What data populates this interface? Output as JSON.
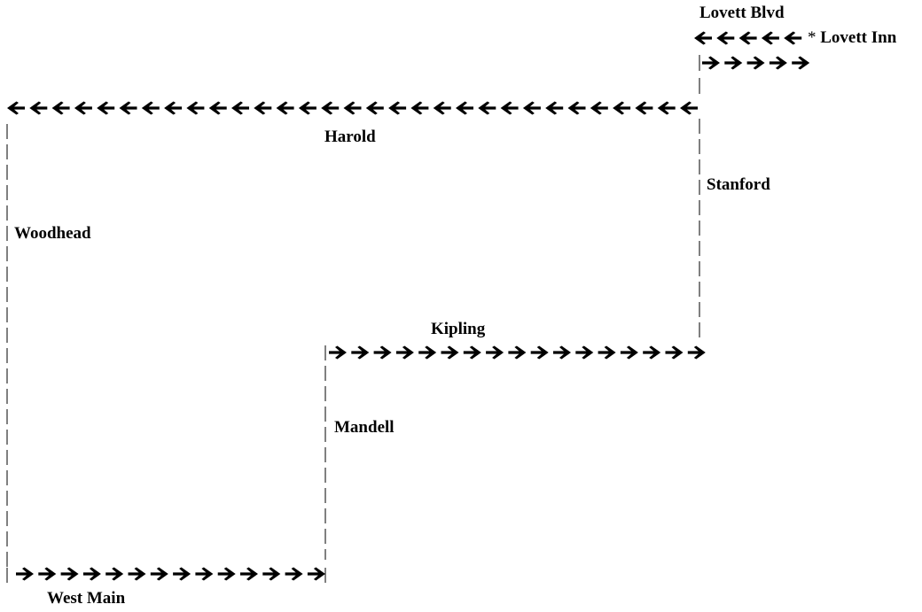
{
  "map": {
    "streets": {
      "west_main": "West Main",
      "woodhead": "Woodhead",
      "harold": "Harold",
      "stanford": "Stanford",
      "kipling": "Kipling",
      "mandell": "Mandell",
      "lovett_blvd": "Lovett Blvd"
    },
    "destination": {
      "marker": "*",
      "name": "Lovett Inn"
    },
    "segments": [
      {
        "street": "West Main",
        "direction": "east",
        "arrow_count": 14
      },
      {
        "street": "Mandell",
        "direction": "north",
        "arrow_count": 0
      },
      {
        "street": "Kipling",
        "direction": "east",
        "arrow_count": 17
      },
      {
        "street": "Stanford",
        "direction": "north",
        "arrow_count": 0
      },
      {
        "street": "Lovett Blvd",
        "direction": "east",
        "arrow_count": 5
      },
      {
        "street": "Lovett Blvd",
        "direction": "west",
        "arrow_count": 5
      },
      {
        "street": "Harold",
        "direction": "west",
        "arrow_count": 31
      },
      {
        "street": "Woodhead",
        "direction": "south",
        "arrow_count": 0
      }
    ],
    "colors": {
      "ink": "#000000",
      "background": "#ffffff"
    }
  }
}
